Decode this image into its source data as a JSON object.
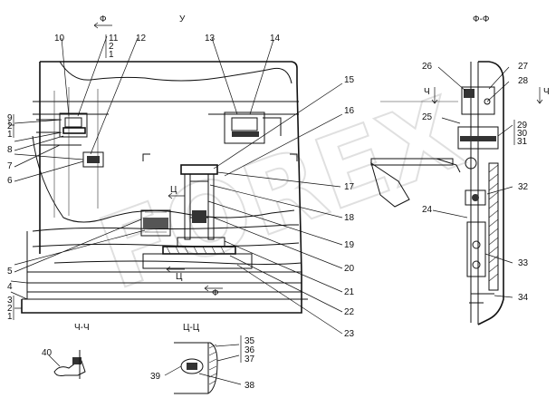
{
  "watermark": "FOREX",
  "views": {
    "main": "У",
    "side": "Ф-Ф",
    "detail_ch": "Ч-Ч",
    "detail_ts": "Ц-Ц"
  },
  "section_marks": {
    "f_top": "Ф",
    "f_bottom": "Ф",
    "ts_upper": "Ц",
    "ts_lower": "Ц",
    "ch_left": "Ч",
    "ch_right": "Ч"
  },
  "callouts": {
    "c1a": "1",
    "c1b": "1",
    "c1c": "1",
    "c2a": "2",
    "c2b": "2",
    "c2c": "2",
    "c3": "3",
    "c4": "4",
    "c5": "5",
    "c6": "6",
    "c7": "7",
    "c8": "8",
    "c9": "9",
    "c10": "10",
    "c11": "11",
    "c12": "12",
    "c13": "13",
    "c14": "14",
    "c15": "15",
    "c16": "16",
    "c17": "17",
    "c18": "18",
    "c19": "19",
    "c20": "20",
    "c21": "21",
    "c22": "22",
    "c23": "23",
    "c24": "24",
    "c25": "25",
    "c26": "26",
    "c27": "27",
    "c28": "28",
    "c29": "29",
    "c30": "30",
    "c31": "31",
    "c32": "32",
    "c33": "33",
    "c34": "34",
    "c35": "35",
    "c36": "36",
    "c37": "37",
    "c38": "38",
    "c39": "39",
    "c40": "40"
  }
}
